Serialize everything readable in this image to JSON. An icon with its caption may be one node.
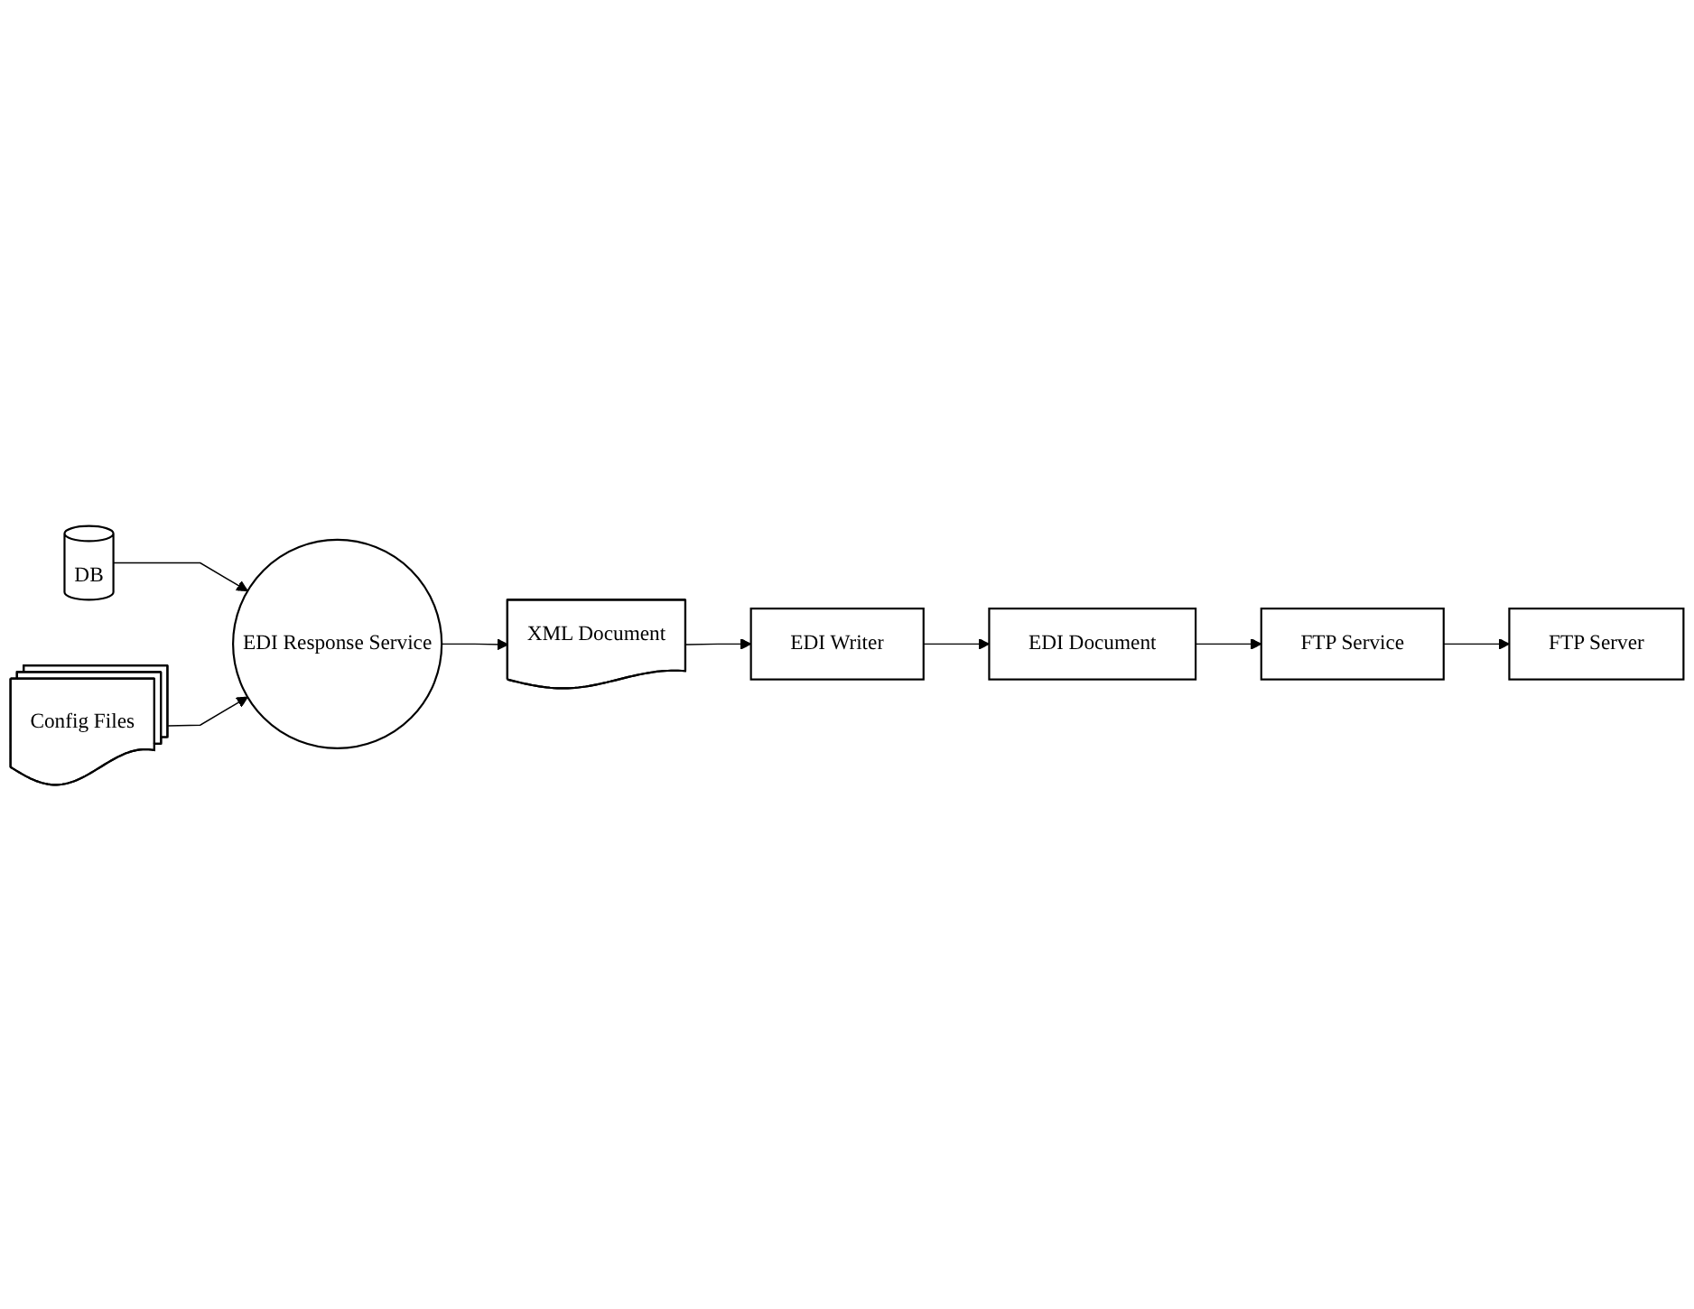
{
  "diagram": {
    "nodes": [
      {
        "text": [
          "DB"
        ]
      },
      {
        "text": [
          "EDI Response Service"
        ]
      },
      {
        "text": [
          "XML Document"
        ]
      },
      {
        "text": [
          "EDI Writer"
        ]
      },
      {
        "text": [
          "EDI Document"
        ]
      },
      {
        "text": [
          "FTP Service"
        ]
      },
      {
        "text": [
          "Config Files"
        ]
      },
      {
        "text": [
          "FTP Server"
        ]
      }
    ],
    "edges": [
      {
        "from": 0,
        "to": 1,
        "arrow": "to"
      },
      {
        "from": 6,
        "to": 1,
        "arrow": "to"
      },
      {
        "from": 1,
        "to": 2,
        "arrow": "to"
      },
      {
        "from": 2,
        "to": 3,
        "arrow": "to"
      },
      {
        "from": 3,
        "to": 4,
        "arrow": "to"
      },
      {
        "from": 4,
        "to": 5,
        "arrow": "to"
      },
      {
        "from": 5,
        "to": 7,
        "arrow": "to"
      }
    ]
  }
}
